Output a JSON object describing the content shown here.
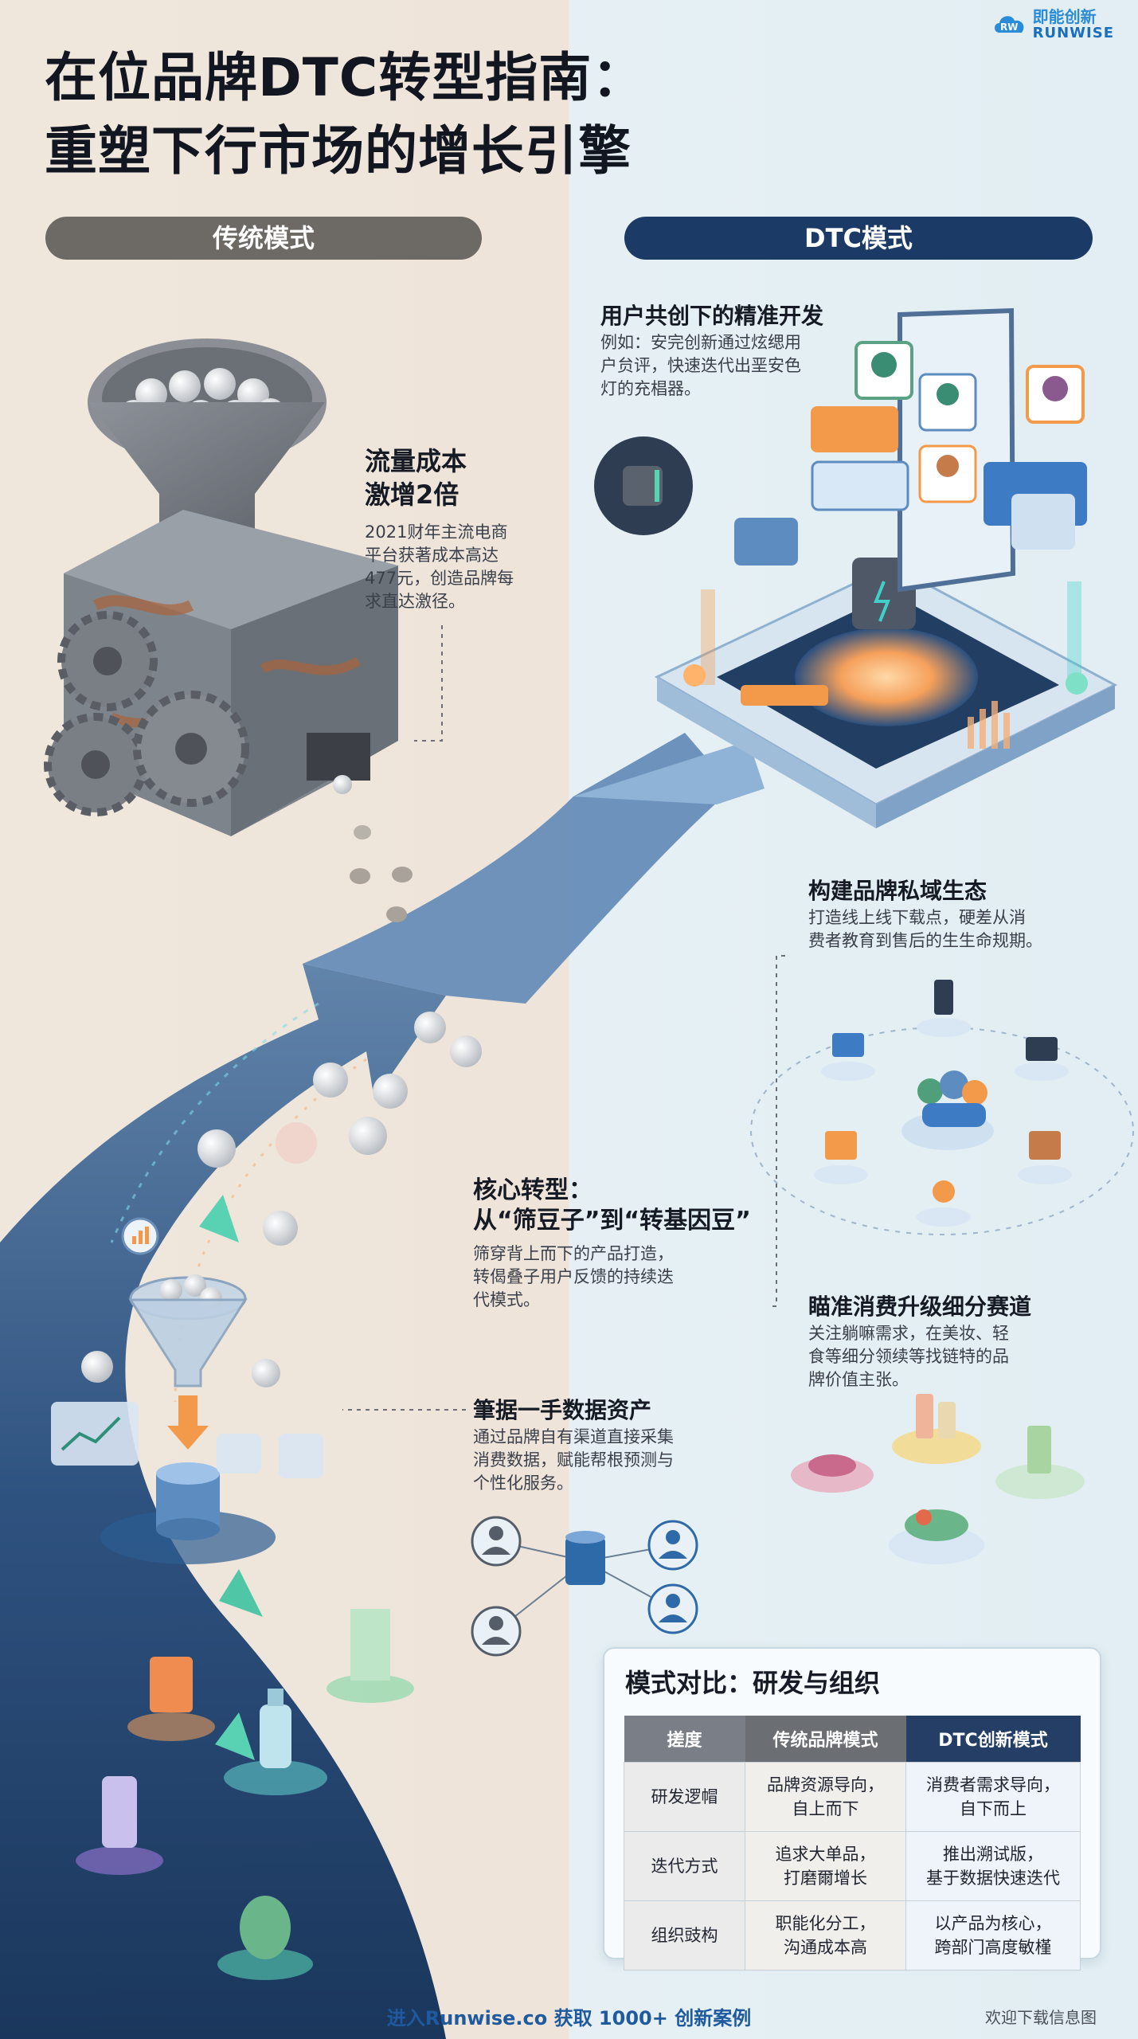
{
  "brand": {
    "logo_cn": "即能创新",
    "logo_en": "RUNWISE"
  },
  "title": {
    "line1": "在位品牌DTC转型指南：",
    "line2": "重塑下行市场的增长引擎"
  },
  "tabs": {
    "traditional": "传统模式",
    "dtc": "DTC模式"
  },
  "traffic": {
    "title_line1": "流量成本",
    "title_line2": "激增2倍",
    "body": [
      "2021财年主流电商",
      "平台获著成本高达",
      "477元，创造品牌每",
      "求直达激径。"
    ]
  },
  "cocreation": {
    "title": "用户共创下的精准开发",
    "body": [
      "例如：安完创新通过炫缌用",
      "户贠评，快速迭代出垩安色",
      "灯的充椙器。"
    ]
  },
  "private_domain": {
    "title": "构建品牌私域生态",
    "body": [
      "打造线上线下载点，硬差从消",
      "费者教育到售后的生生命规期。"
    ]
  },
  "core": {
    "title_line1": "核心转型：",
    "title_line2": "从“筛豆子”到“转基因豆”",
    "body": [
      "筛穿背上而下的产品打造，",
      "转偈叠子用户反馈的持续迭",
      "代模式。"
    ]
  },
  "upgrade": {
    "title": "瞄准消费升级细分赛道",
    "body": [
      "关注躺嘛需求，在美妆、轻",
      "食等细分领续等找链特的品",
      "牌价值主张。"
    ]
  },
  "data_assets": {
    "title": "筆据一手数据资产",
    "body": [
      "通过品牌自有渠道直接采集",
      "消费数据，赋能帮根预测与",
      "个性化服务。"
    ]
  },
  "comparison": {
    "title": "模式对比：研发与组织",
    "headers": [
      "搓度",
      "传统品牌模式",
      "DTC创新模式"
    ],
    "rows": [
      {
        "dim": "研发逻帽",
        "trad": [
          "品牌资源导向，",
          "自上而下"
        ],
        "dtc": [
          "消费者需求导向，",
          "自下而上"
        ]
      },
      {
        "dim": "迭代方式",
        "trad": [
          "追求大单品，",
          "打磨爾增长"
        ],
        "dtc": [
          "推出溯试版，",
          "基于数据快速迭代"
        ]
      },
      {
        "dim": "组织豉构",
        "trad": [
          "职能化分工，",
          "沟通成本高"
        ],
        "dtc": [
          "以产品为核心，",
          "跨部门高度敏槿"
        ]
      }
    ]
  },
  "footer": {
    "cta": "进入Runwise.co 获取 1000+ 创新案例",
    "right": "欢迎下载信息图"
  },
  "colors": {
    "navy": "#1c3a66",
    "gray_pill": "#6d6a66",
    "accent_teal": "#3fd0c9",
    "accent_orange": "#f39a4a"
  }
}
